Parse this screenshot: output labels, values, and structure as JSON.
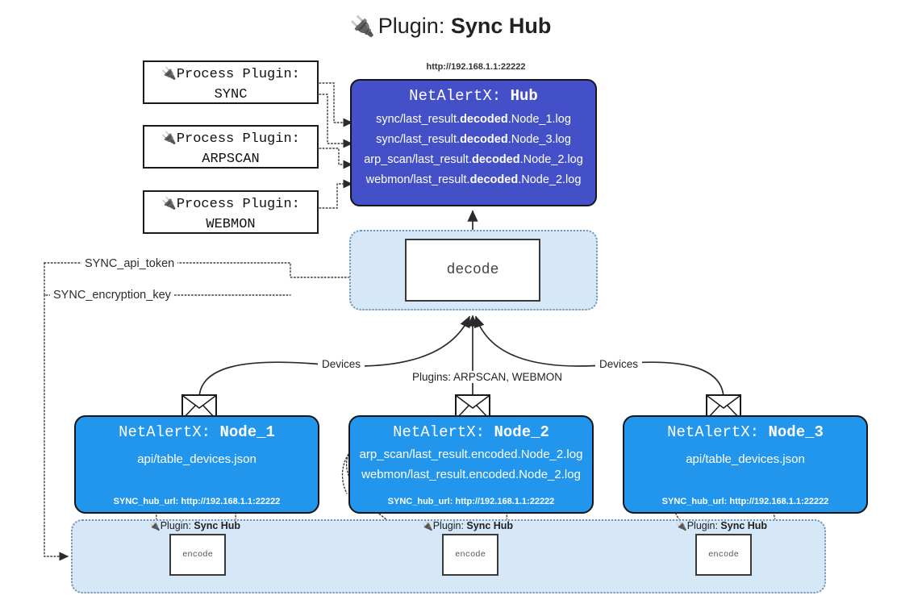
{
  "page": {
    "title_icon": "🔌",
    "title_prefix": "Plugin:",
    "title_name": "Sync Hub"
  },
  "process_plugins": [
    {
      "icon": "🔌",
      "line1": "Process Plugin:",
      "line2": "SYNC"
    },
    {
      "icon": "🔌",
      "line1": "Process Plugin:",
      "line2": "ARPSCAN"
    },
    {
      "icon": "🔌",
      "line1": "Process Plugin:",
      "line2": "WEBMON"
    }
  ],
  "hub": {
    "url": "http://192.168.1.1:22222",
    "title_prefix": "NetAlertX:",
    "title_name": "Hub",
    "color": "#4450c8",
    "logs": [
      {
        "pre": "sync/last_result.",
        "mid": "decoded",
        "post": ".Node_1.log"
      },
      {
        "pre": "sync/last_result.",
        "mid": "decoded",
        "post": ".Node_3.log"
      },
      {
        "pre": "arp_scan/last_result.",
        "mid": "decoded",
        "post": ".Node_2.log"
      },
      {
        "pre": "webmon/last_result.",
        "mid": "decoded",
        "post": ".Node_2.log"
      }
    ]
  },
  "decode": {
    "label": "decode",
    "zone_color": "#d6e8f8"
  },
  "tokens": {
    "api_token": "SYNC_api_token",
    "encryption_key": "SYNC_encryption_key"
  },
  "edge_labels": {
    "devices_left": "Devices",
    "devices_right": "Devices",
    "plugins_middle": "Plugins: ARPSCAN, WEBMON"
  },
  "nodes": [
    {
      "title_prefix": "NetAlertX:",
      "title_name": "Node_1",
      "color": "#2196ec",
      "lines": [
        "api/table_devices.json"
      ],
      "hub_url": "SYNC_hub_url: http://192.168.1.1:22222",
      "icon": "envelope-icon"
    },
    {
      "title_prefix": "NetAlertX:",
      "title_name": "Node_2",
      "color": "#2196ec",
      "lines": [
        "arp_scan/last_result.encoded.Node_2.log",
        "webmon/last_result.encoded.Node_2.log"
      ],
      "hub_url": "SYNC_hub_url: http://192.168.1.1:22222",
      "icon": "envelope-icon"
    },
    {
      "title_prefix": "NetAlertX:",
      "title_name": "Node_3",
      "color": "#2196ec",
      "lines": [
        "api/table_devices.json"
      ],
      "hub_url": "SYNC_hub_url: http://192.168.1.1:22222",
      "icon": "envelope-icon"
    }
  ],
  "encoders": [
    {
      "caption_icon": "🔌",
      "caption_prefix": "Plugin:",
      "caption_name": "Sync Hub",
      "label": "encode"
    },
    {
      "caption_icon": "🔌",
      "caption_prefix": "Plugin:",
      "caption_name": "Sync Hub",
      "label": "encode"
    },
    {
      "caption_icon": "🔌",
      "caption_prefix": "Plugin:",
      "caption_name": "Sync Hub",
      "label": "encode"
    }
  ]
}
